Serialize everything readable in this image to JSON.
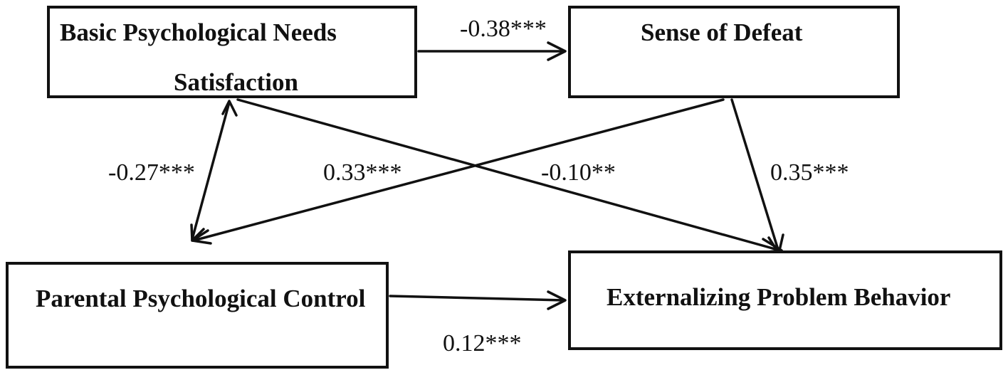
{
  "nodes": {
    "bpns": {
      "line1": "Basic Psychological Needs",
      "line2": "Satisfaction"
    },
    "sod": {
      "line1": "Sense of Defeat"
    },
    "ppc": {
      "line1": "Parental Psychological Control"
    },
    "epb": {
      "line1": "Externalizing Problem Behavior"
    }
  },
  "edges": [
    {
      "from": "bpns",
      "to": "sod",
      "type": "directed",
      "coefficient": "-0.38***"
    },
    {
      "from": "bpns",
      "to": "ppc",
      "type": "bidirectional",
      "coefficient": "-0.27***"
    },
    {
      "from": "sod",
      "to": "ppc",
      "type": "directed",
      "coefficient": "0.33***"
    },
    {
      "from": "bpns",
      "to": "epb",
      "type": "directed",
      "coefficient": "-0.10**"
    },
    {
      "from": "sod",
      "to": "epb",
      "type": "directed",
      "coefficient": "0.35***"
    },
    {
      "from": "ppc",
      "to": "epb",
      "type": "directed",
      "coefficient": "0.12***"
    }
  ],
  "colors": {
    "line": "#111111",
    "background": "#ffffff"
  }
}
